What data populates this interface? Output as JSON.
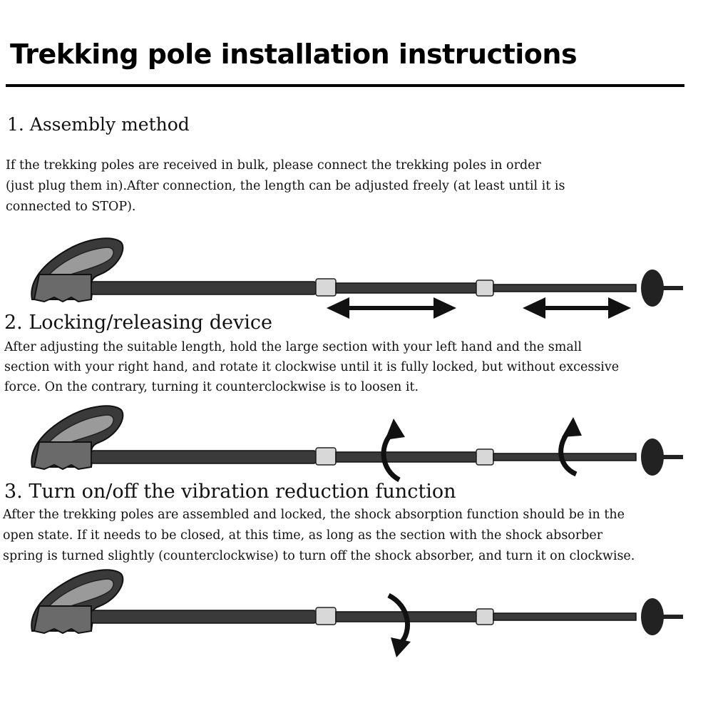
{
  "title": "Trekking pole installation instructions",
  "sections": [
    {
      "heading": "1. Assembly method",
      "lines": [
        "If the trekking poles are received in bulk, please connect the trekking poles in order",
        "(just plug them in).After connection, the length can be adjusted freely (at least until it is",
        "connected to STOP)."
      ]
    },
    {
      "heading": "2. Locking/releasing device",
      "lines": [
        "After adjusting the suitable length, hold the large section with your left hand and the small",
        "section with your right hand, and rotate it clockwise until it is fully locked, but without excessive",
        "force. On the contrary, turning it counterclockwise is to loosen it."
      ]
    },
    {
      "heading": "3. Turn on/off the vibration reduction function",
      "lines": [
        "After the trekking poles are assembled and locked, the shock absorption function should be in the",
        " open state. If it needs to be closed, at this time, as long as the section with the shock absorber",
        "spring is turned slightly (counterclockwise) to turn off the shock absorber, and turn it on clockwise."
      ]
    }
  ],
  "illustrations": [
    {
      "kind": "trekking-pole",
      "indicator": "double-headed-arrows"
    },
    {
      "kind": "trekking-pole",
      "indicator": "rotate-up-arrows"
    },
    {
      "kind": "trekking-pole",
      "indicator": "rotate-down-arrow"
    }
  ],
  "colors": {
    "ink": "#111111",
    "pole": "#3a3a3a",
    "collar": "#d8d8d8",
    "background": "#ffffff"
  }
}
